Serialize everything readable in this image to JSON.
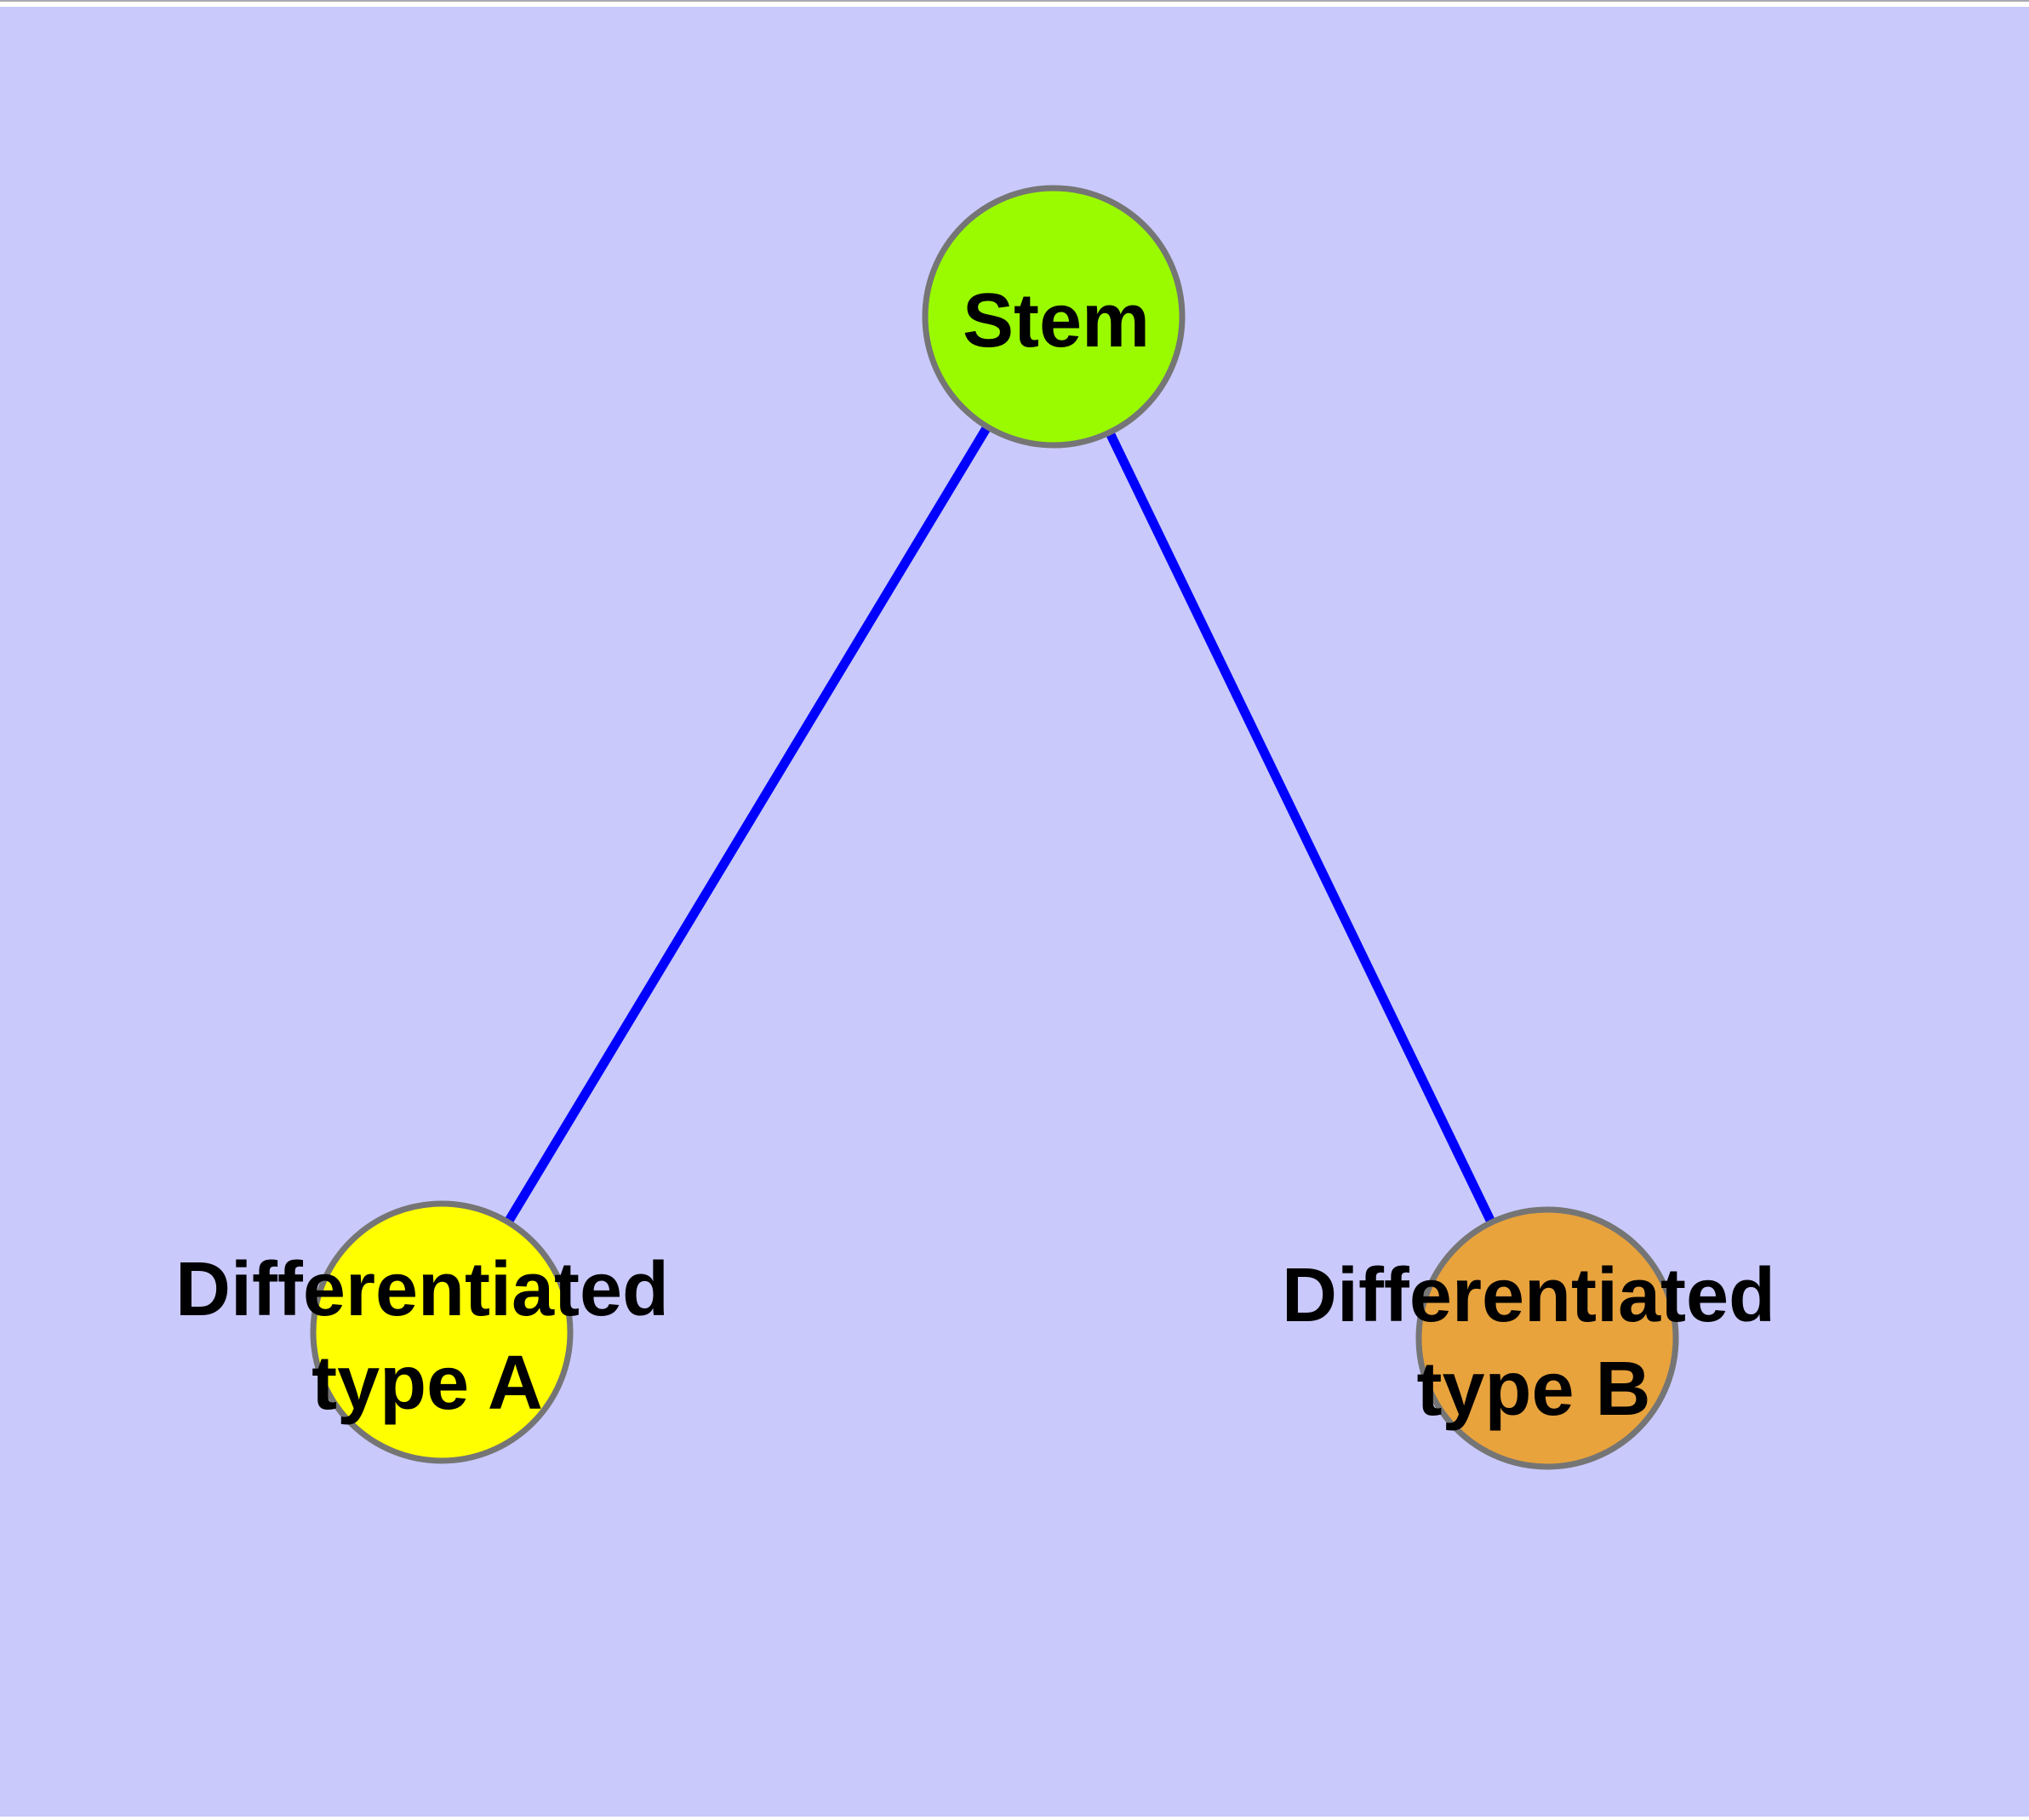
{
  "diagram": {
    "type": "graph",
    "description": "Cell differentiation hierarchy: a Stem node connected by two edges to Differentiated type A and Differentiated type B nodes",
    "colors": {
      "background": "#C9C9FB",
      "frame_white": "#FFFFFF",
      "frame_top_line": "#A9A9B2",
      "edge": "#0000FF",
      "node_border": "#757575",
      "label_text": "#000000",
      "stem_fill": "#9AFB00",
      "type_a_fill": "#FFFF00",
      "type_b_fill": "#E8A33D"
    },
    "nodes": [
      {
        "id": "stem",
        "label": "Stem",
        "label_lines": [
          "Stem"
        ],
        "fill": "#9AFB00"
      },
      {
        "id": "type-a",
        "label": "Differentiated type A",
        "label_lines": [
          "Differentiated",
          "type A"
        ],
        "fill": "#FFFF00"
      },
      {
        "id": "type-b",
        "label": "Differentiated type B",
        "label_lines": [
          "Differentiated",
          "type B"
        ],
        "fill": "#E8A33D"
      }
    ],
    "edges": [
      {
        "from": "stem",
        "to": "type-a",
        "color": "#0000FF"
      },
      {
        "from": "stem",
        "to": "type-b",
        "color": "#0000FF"
      }
    ]
  }
}
